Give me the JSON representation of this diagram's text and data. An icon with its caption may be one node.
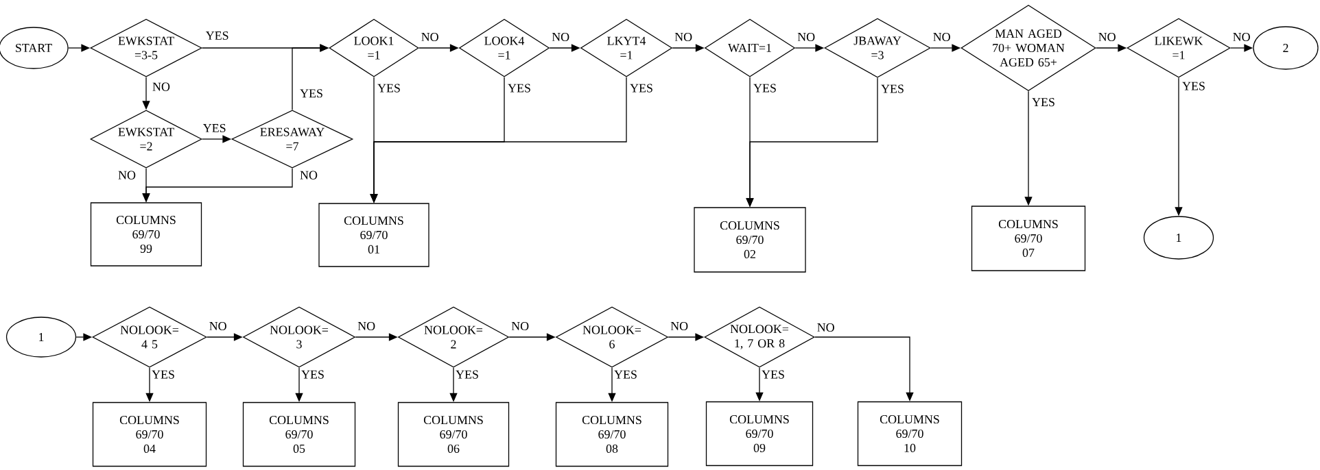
{
  "diagram": {
    "nodes": [
      {
        "text": [
          "START"
        ]
      },
      {
        "text": [
          "EWKSTAT =3-5"
        ]
      },
      {
        "text": [
          "EWKSTAT =2"
        ]
      },
      {
        "text": [
          "ERESAWAY =7"
        ]
      },
      {
        "text": [
          "COLUMNS",
          "69/70",
          "99"
        ]
      },
      {
        "text": [
          "LOOK1 =1"
        ]
      },
      {
        "text": [
          "COLUMNS",
          "69/70",
          "01"
        ]
      },
      {
        "text": [
          "LOOK4 =1"
        ]
      },
      {
        "text": [
          "LKYT4 =1"
        ]
      },
      {
        "text": [
          "WAIT=1"
        ]
      },
      {
        "text": [
          "COLUMNS",
          "69/70",
          "02"
        ]
      },
      {
        "text": [
          "JBAWAY =3"
        ]
      },
      {
        "text": [
          "MAN AGED 70+ WOMAN AGED 65+"
        ]
      },
      {
        "text": [
          "COLUMNS",
          "69/70",
          "07"
        ]
      },
      {
        "text": [
          "LIKEWK =1"
        ]
      },
      {
        "text": [
          "2"
        ]
      },
      {
        "text": [
          "1"
        ]
      },
      {
        "text": [
          "1"
        ]
      },
      {
        "text": [
          "NOLOOK= 4 5"
        ]
      },
      {
        "text": [
          "COLUMNS",
          "69/70",
          "04"
        ]
      },
      {
        "text": [
          "NOLOOK= 3"
        ]
      },
      {
        "text": [
          "COLUMNS",
          "69/70",
          "05"
        ]
      },
      {
        "text": [
          "NOLOOK= 2"
        ]
      },
      {
        "text": [
          "COLUMNS",
          "69/70",
          "06"
        ]
      },
      {
        "text": [
          "NOLOOK= 6"
        ]
      },
      {
        "text": [
          "COLUMNS",
          "69/70",
          "08"
        ]
      },
      {
        "text": [
          "NOLOOK= 1, 7 OR 8"
        ]
      },
      {
        "text": [
          "COLUMNS",
          "69/70",
          "09"
        ]
      },
      {
        "text": [
          "COLUMNS",
          "69/70",
          "10"
        ]
      }
    ],
    "edges": [
      {
        "from": 0,
        "to": 1,
        "arrow": "to"
      },
      {
        "from": 1,
        "to": 5,
        "arrow": "to",
        "label": "YES"
      },
      {
        "from": 1,
        "to": 2,
        "arrow": "to",
        "label": "NO"
      },
      {
        "from": 2,
        "to": 3,
        "arrow": "to",
        "label": "YES"
      },
      {
        "from": 3,
        "to": 5,
        "arrow": "to",
        "label": "YES"
      },
      {
        "from": 2,
        "to": 4,
        "arrow": "to",
        "label": "NO"
      },
      {
        "from": 3,
        "to": 4,
        "arrow": "to",
        "label": "NO"
      },
      {
        "from": 5,
        "to": 7,
        "arrow": "to",
        "label": "NO"
      },
      {
        "from": 7,
        "to": 8,
        "arrow": "to",
        "label": "NO"
      },
      {
        "from": 8,
        "to": 9,
        "arrow": "to",
        "label": "NO"
      },
      {
        "from": 9,
        "to": 11,
        "arrow": "to",
        "label": "NO"
      },
      {
        "from": 11,
        "to": 12,
        "arrow": "to",
        "label": "NO"
      },
      {
        "from": 12,
        "to": 14,
        "arrow": "to",
        "label": "NO"
      },
      {
        "from": 14,
        "to": 15,
        "arrow": "to",
        "label": "NO"
      },
      {
        "from": 5,
        "to": 6,
        "arrow": "to",
        "label": "YES"
      },
      {
        "from": 7,
        "to": 6,
        "arrow": "to",
        "label": "YES"
      },
      {
        "from": 8,
        "to": 6,
        "arrow": "to",
        "label": "YES"
      },
      {
        "from": 9,
        "to": 10,
        "arrow": "to",
        "label": "YES"
      },
      {
        "from": 11,
        "to": 10,
        "arrow": "to",
        "label": "YES"
      },
      {
        "from": 12,
        "to": 13,
        "arrow": "to",
        "label": "YES"
      },
      {
        "from": 14,
        "to": 16,
        "arrow": "to",
        "label": "YES"
      },
      {
        "from": 17,
        "to": 18,
        "arrow": "to"
      },
      {
        "from": 18,
        "to": 20,
        "arrow": "to",
        "label": "NO"
      },
      {
        "from": 20,
        "to": 22,
        "arrow": "to",
        "label": "NO"
      },
      {
        "from": 22,
        "to": 24,
        "arrow": "to",
        "label": "NO"
      },
      {
        "from": 24,
        "to": 26,
        "arrow": "to",
        "label": "NO"
      },
      {
        "from": 18,
        "to": 19,
        "arrow": "to",
        "label": "YES"
      },
      {
        "from": 20,
        "to": 21,
        "arrow": "to",
        "label": "YES"
      },
      {
        "from": 22,
        "to": 23,
        "arrow": "to",
        "label": "YES"
      },
      {
        "from": 24,
        "to": 25,
        "arrow": "to",
        "label": "YES"
      },
      {
        "from": 26,
        "to": 27,
        "arrow": "to",
        "label": "YES"
      },
      {
        "from": 26,
        "to": 28,
        "arrow": "to",
        "label": "NO"
      }
    ]
  }
}
